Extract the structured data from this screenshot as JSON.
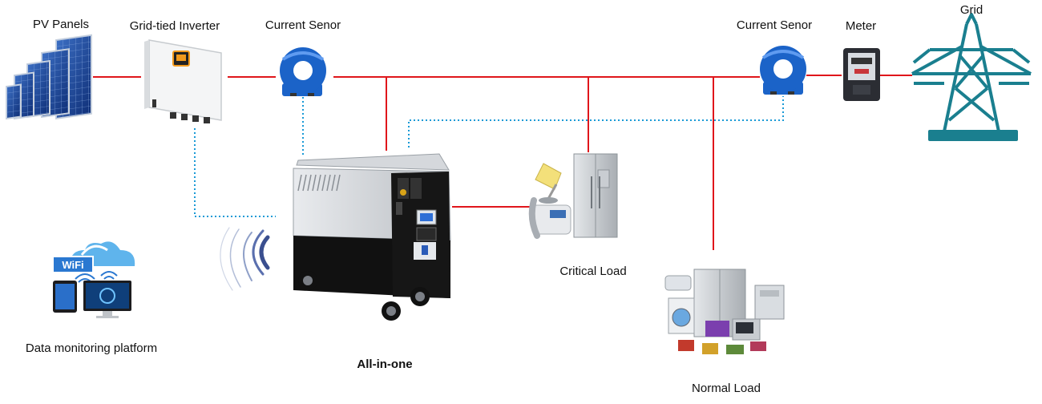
{
  "labels": {
    "pv_panels": "PV Panels",
    "grid_tied_inverter": "Grid-tied Inverter",
    "current_sensor_left": "Current Senor",
    "current_sensor_right": "Current Senor",
    "meter": "Meter",
    "grid": "Grid",
    "critical_load": "Critical Load",
    "all_in_one": "All-in-one",
    "data_monitoring": "Data monitoring platform",
    "normal_load": "Normal Load",
    "wifi_badge": "WiFi"
  },
  "colors": {
    "power_line": "#e0161b",
    "data_line": "#1a9ad6",
    "sensor_blue": "#1b63c8",
    "grid_tower": "#1a7f8f",
    "cabinet_body": "#cfd2d6",
    "cabinet_base": "#111111"
  },
  "icons": [
    "solar-panel-icon",
    "inverter-icon",
    "current-sensor-icon",
    "meter-icon",
    "power-tower-icon",
    "lamp-icon",
    "telephone-icon",
    "refrigerator-icon",
    "battery-cabinet-icon",
    "wireless-signal-icon",
    "cloud-wifi-icon",
    "tablet-icon",
    "monitor-icon",
    "appliances-icon"
  ]
}
